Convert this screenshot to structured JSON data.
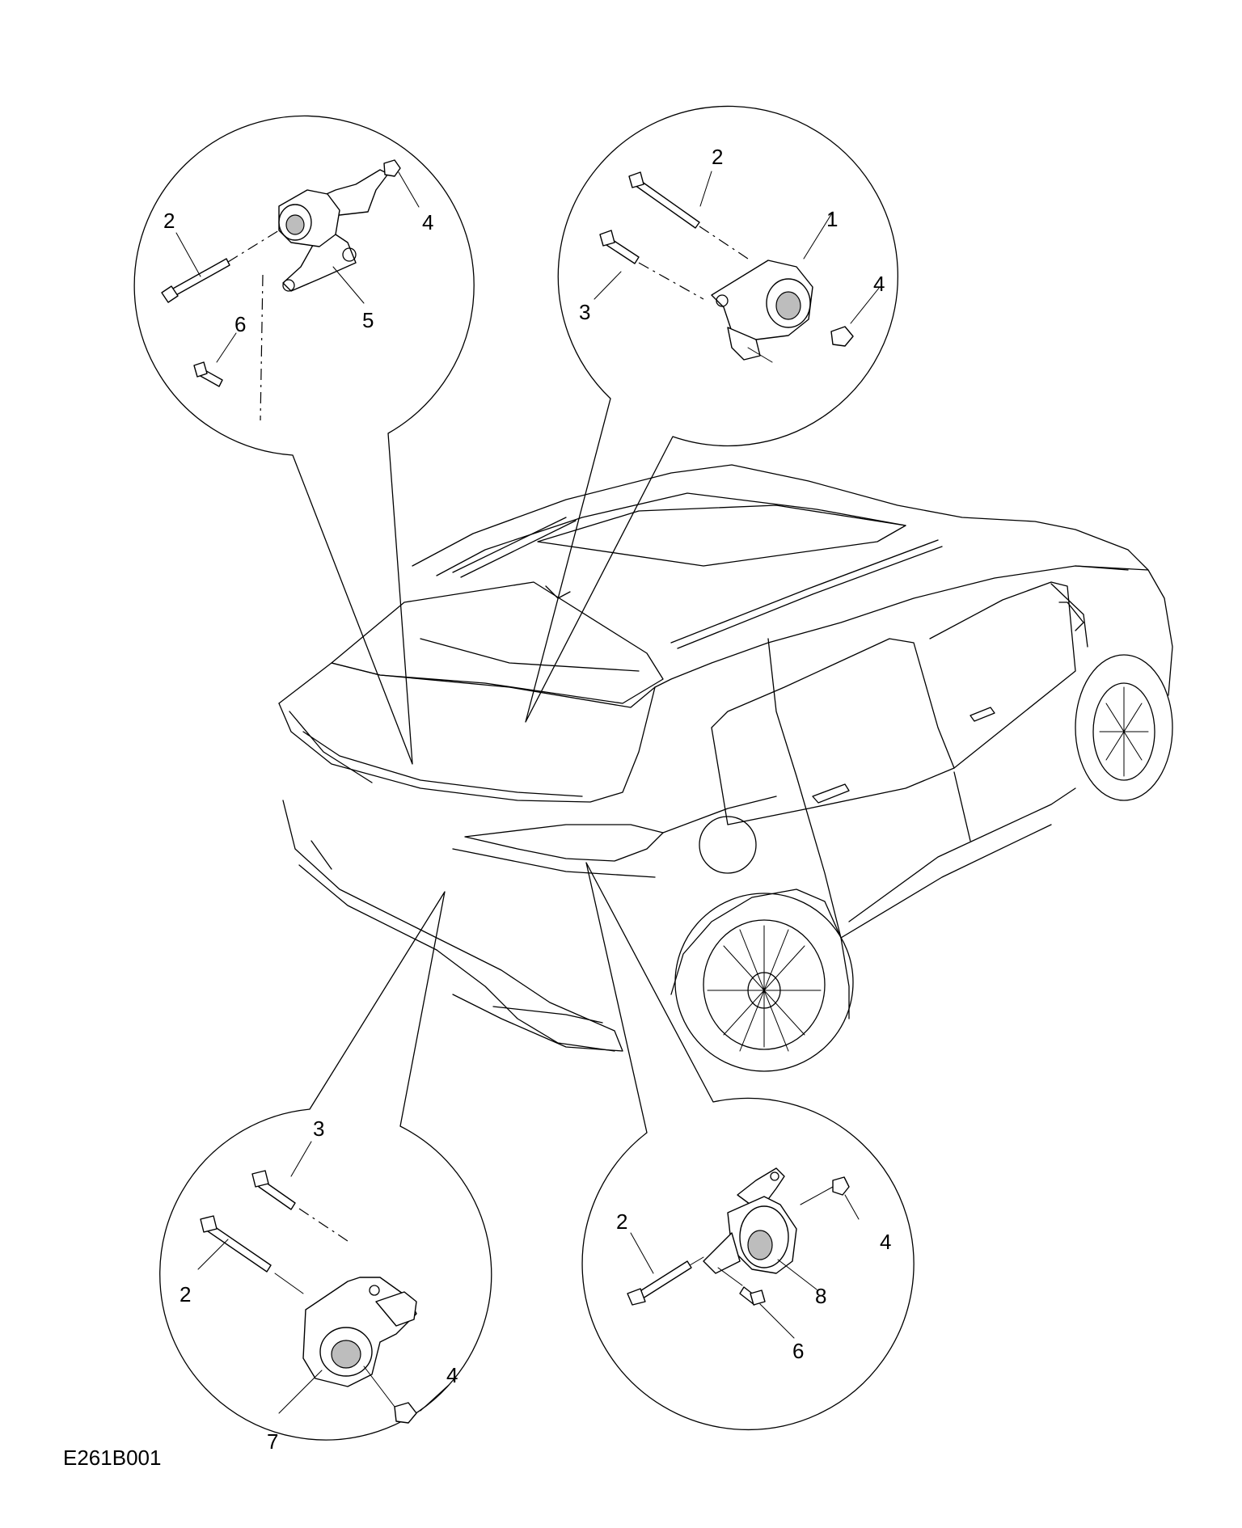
{
  "figure_id": "E261B001",
  "callouts": {
    "top_left": [
      "2",
      "4",
      "5",
      "6"
    ],
    "top_right": [
      "2",
      "1",
      "3",
      "4"
    ],
    "bottom_left": [
      "3",
      "2",
      "4",
      "7"
    ],
    "bottom_right": [
      "2",
      "4",
      "8",
      "6"
    ]
  }
}
